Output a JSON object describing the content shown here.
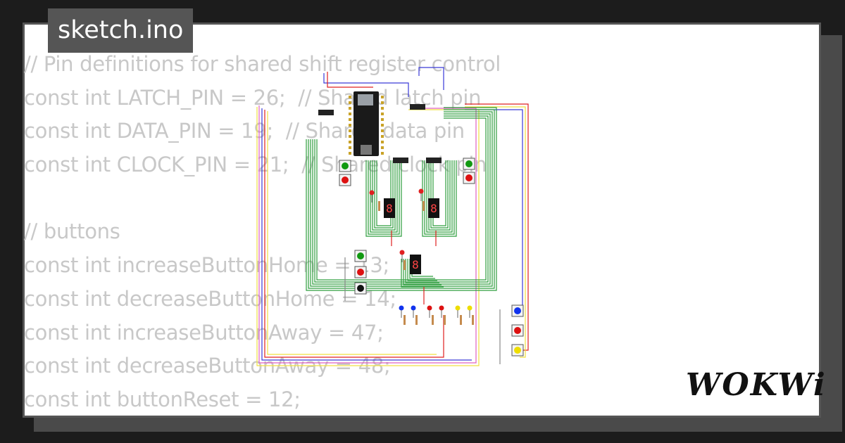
{
  "title": "sketch.ino",
  "logo_text": "WOKWi",
  "code_lines": [
    "// Pin definitions for shared shift register control",
    "const int LATCH_PIN = 26;  // Shared latch pin",
    "const int DATA_PIN = 19;  // Shared data pin",
    "const int CLOCK_PIN = 21;  // Shared clock pin",
    "",
    "// buttons",
    "const int increaseButtonHome = 13;",
    "const int decreaseButtonHome = 14;",
    "const int increaseButtonAway = 47;",
    "const int decreaseButtonAway = 48;",
    "const int buttonReset = 12;"
  ],
  "colors": {
    "background": "#1c1c1c",
    "card": "#ffffff",
    "code_text": "#c8c8c8",
    "wire_green": "#2e9e3e",
    "wire_red": "#e02020",
    "wire_blue": "#3a3ad8",
    "wire_yellow": "#f0e040",
    "wire_pink": "#e060c0",
    "button_green": "#119911",
    "button_red": "#dd1111",
    "button_black": "#111111",
    "button_blue": "#1133ee",
    "button_yellow": "#eedd00"
  },
  "diagram": {
    "board": "esp32-board",
    "seven_segment_digits": [
      "8",
      "8",
      "8"
    ],
    "buttons_left_top": [
      "green",
      "red"
    ],
    "buttons_right_top": [
      "green",
      "red"
    ],
    "buttons_middle": [
      "green",
      "red",
      "black"
    ],
    "buttons_bottom_right": [
      "blue",
      "red",
      "yellow"
    ],
    "leds_bottom": [
      "blue",
      "blue",
      "red",
      "red",
      "yellow",
      "yellow"
    ]
  }
}
